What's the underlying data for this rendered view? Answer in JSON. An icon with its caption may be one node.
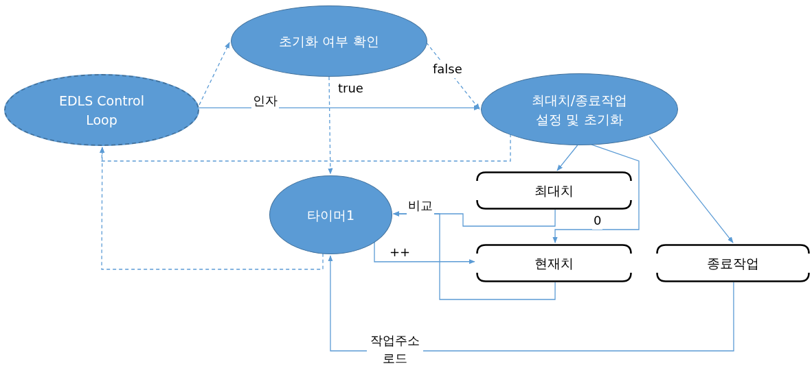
{
  "diagram": {
    "nodes": [
      {
        "text": [
          "EDLS Control Loop"
        ]
      },
      {
        "text": [
          "초기화 여부 확인"
        ]
      },
      {
        "text": [
          "최대치/종료작업 설정 및 초기화"
        ]
      },
      {
        "text": [
          "타이머1"
        ]
      },
      {
        "text": [
          "최대치"
        ]
      },
      {
        "text": [
          "현재치"
        ]
      },
      {
        "text": [
          "종료작업"
        ]
      }
    ],
    "edges": [
      {
        "from": 0,
        "to": 1,
        "arrow": "to",
        "style": "dashed"
      },
      {
        "from": 0,
        "to": 2,
        "arrow": "to",
        "label": "인자"
      },
      {
        "from": 1,
        "to": 3,
        "arrow": "to",
        "style": "dashed",
        "label": "true"
      },
      {
        "from": 1,
        "to": 2,
        "arrow": "to",
        "style": "dashed",
        "label": "false"
      },
      {
        "from": 2,
        "to": 0,
        "arrow": "to",
        "style": "dashed"
      },
      {
        "from": 3,
        "to": 0,
        "arrow": "to",
        "style": "dashed"
      },
      {
        "from": 2,
        "to": 4,
        "arrow": "to"
      },
      {
        "from": 2,
        "to": 5,
        "arrow": "to",
        "label": "0"
      },
      {
        "from": 2,
        "to": 6,
        "arrow": "to"
      },
      {
        "from": 4,
        "to": 3,
        "arrow": "to",
        "label": "비교"
      },
      {
        "from": 5,
        "to": 3,
        "arrow": "to"
      },
      {
        "from": 3,
        "to": 5,
        "arrow": "to",
        "label": "++"
      },
      {
        "from": 6,
        "to": 3,
        "arrow": "to",
        "label": "작업주소 로드"
      }
    ]
  }
}
